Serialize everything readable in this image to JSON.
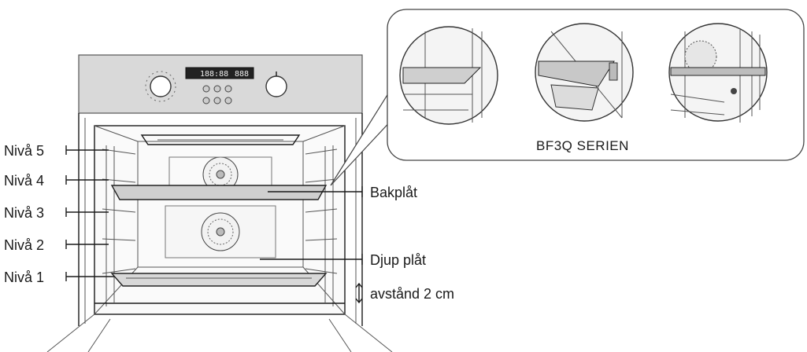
{
  "left_labels": [
    "Nivå 5",
    "Nivå 4",
    "Nivå 3",
    "Nivå 2",
    "Nivå 1"
  ],
  "right_labels": {
    "bakplat": "Bakplåt",
    "djup_plat": "Djup plåt",
    "distance": "avstånd 2 cm"
  },
  "callout_title": "BF3Q SERIEN",
  "display": {
    "clock": "188:88",
    "temp": "888"
  },
  "colors": {
    "line": "#1a1a1a",
    "panel": "#dcdcdc",
    "tray": "#cfcfcf"
  }
}
